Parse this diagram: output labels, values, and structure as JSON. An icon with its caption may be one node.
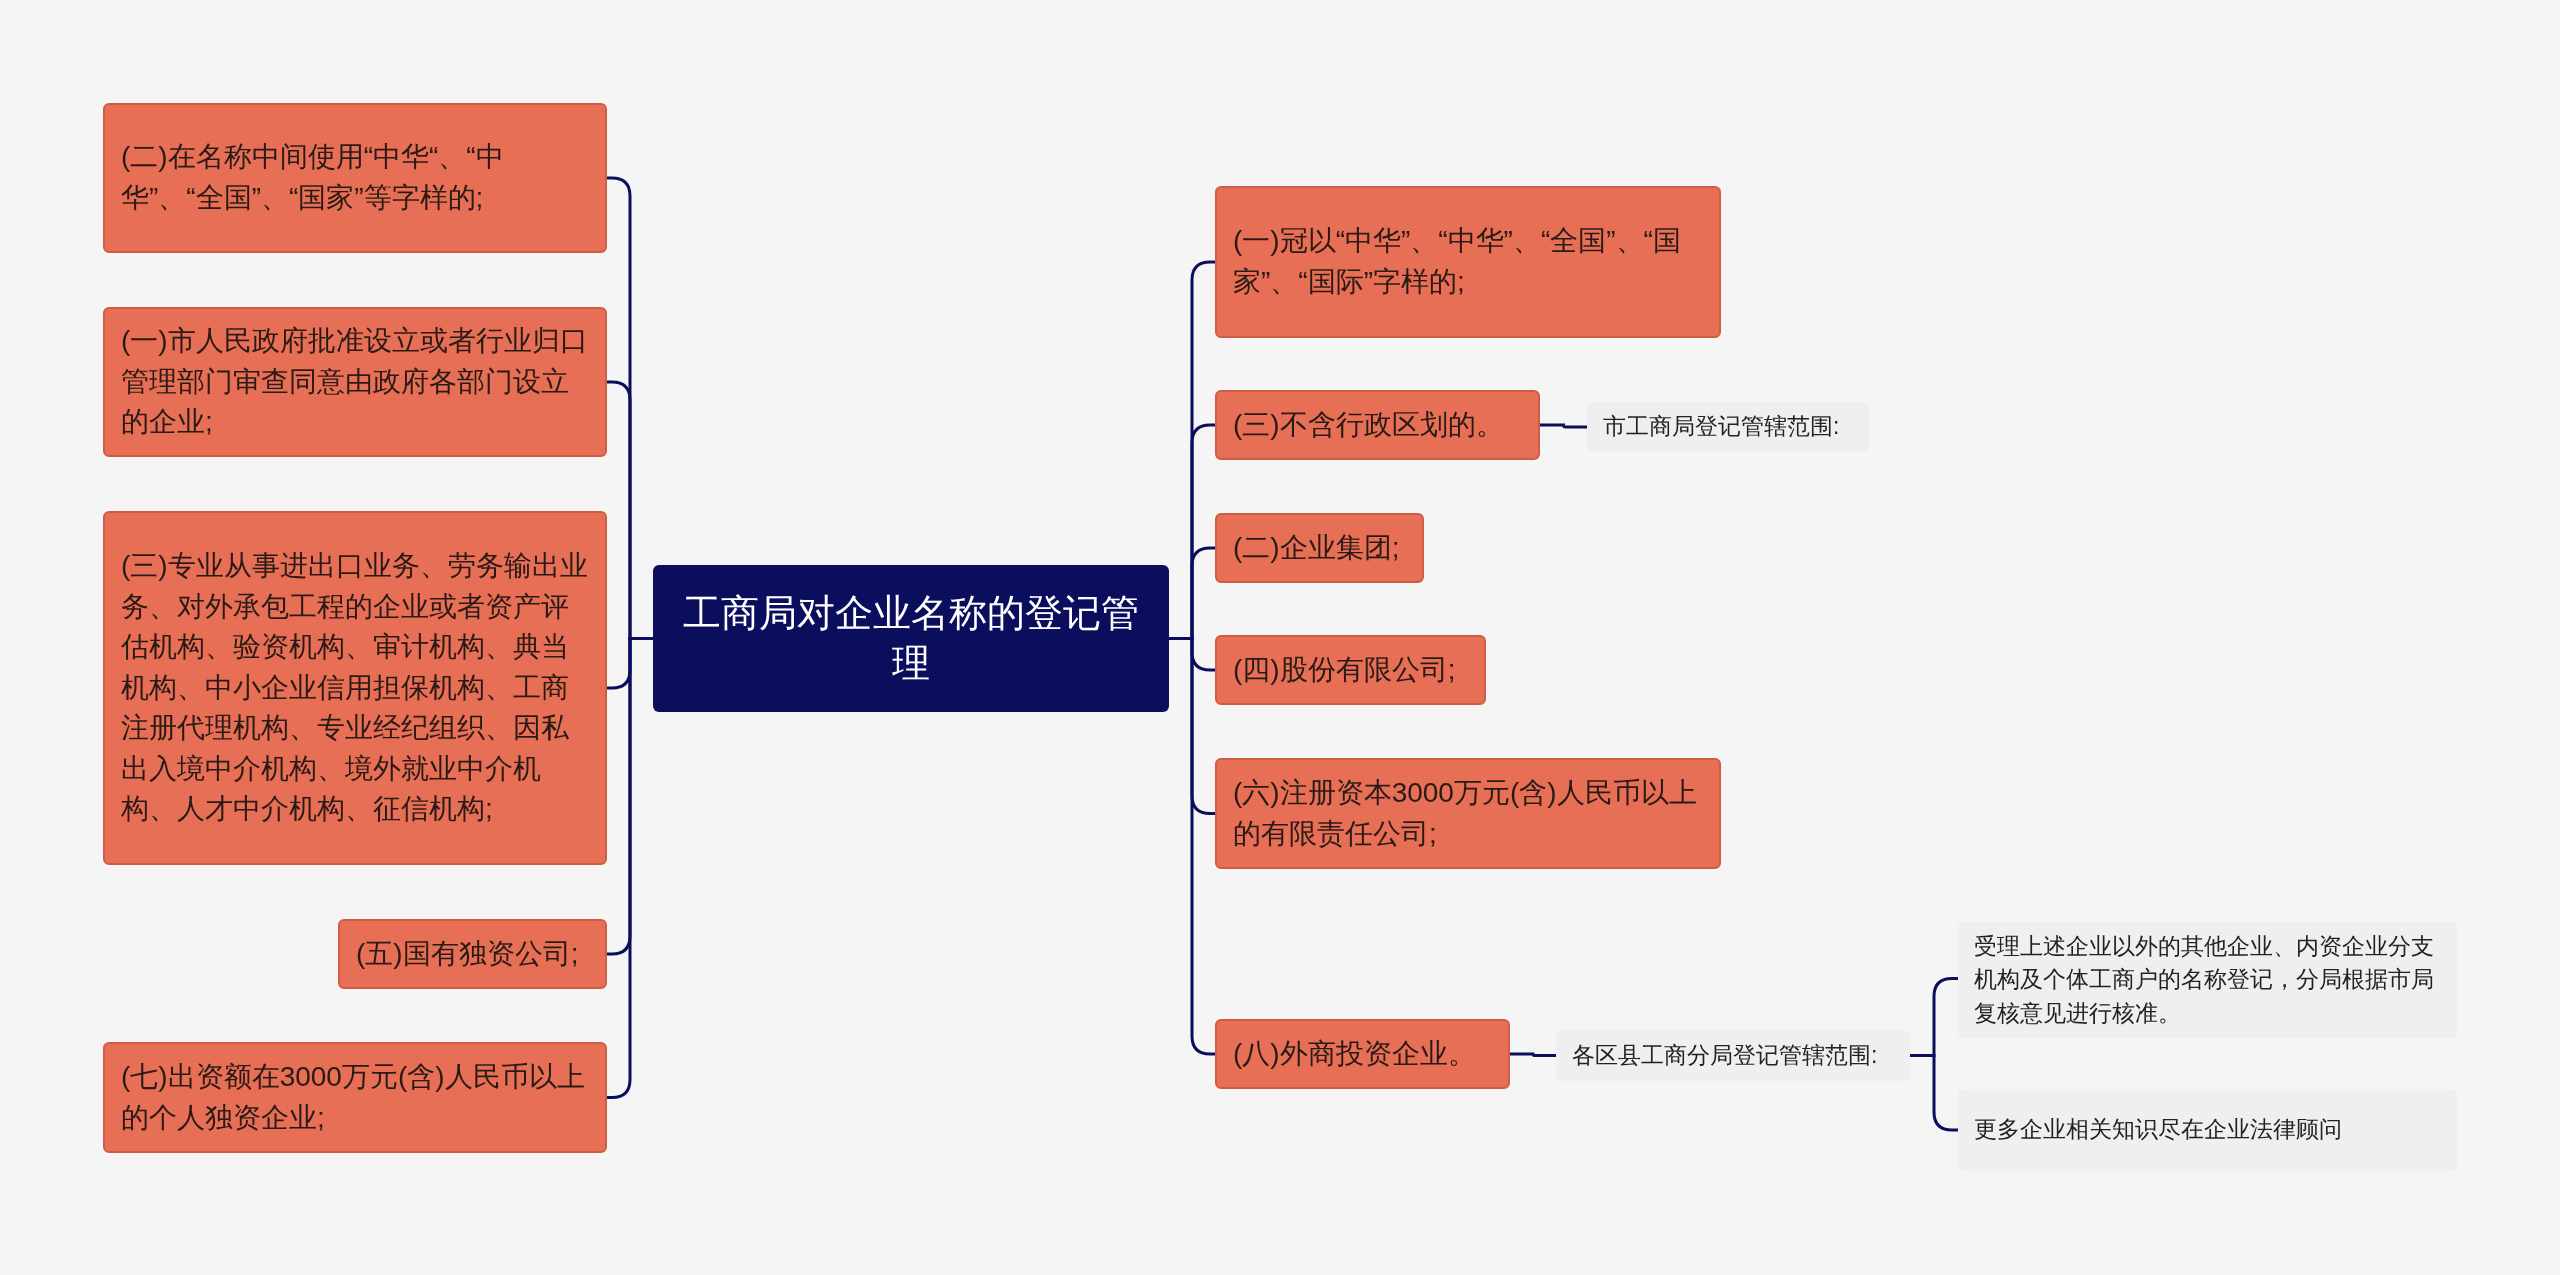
{
  "diagram": {
    "nodes": [
      {
        "text": [
          "工商局对企业名称的登记管理"
        ]
      },
      {
        "text": [
          "(二)在名称中间使用“中华“、“中华”、“全国”、“国家”等字样的;"
        ]
      },
      {
        "text": [
          "(一)市人民政府批准设立或者行业归口管理部门审查同意由政府各部门设立的企业;"
        ]
      },
      {
        "text": [
          "(三)专业从事进出口业务、劳务输出业务、对外承包工程的企业或者资产评估机构、验资机构、审计机构、典当机构、中小企业信用担保机构、工商注册代理机构、专业经纪组织、因私出入境中介机构、境外就业中介机构、人才中介机构、征信机构;"
        ]
      },
      {
        "text": [
          "(五)国有独资公司;"
        ]
      },
      {
        "text": [
          "(七)出资额在3000万元(含)人民币以上的个人独资企业;"
        ]
      },
      {
        "text": [
          "(一)冠以“中华”、“中华”、“全国”、“国家”、“国际”字样的;"
        ]
      },
      {
        "text": [
          "(三)不含行政区划的。"
        ]
      },
      {
        "text": [
          "市工商局登记管辖范围:"
        ]
      },
      {
        "text": [
          "(二)企业集团;"
        ]
      },
      {
        "text": [
          "(四)股份有限公司;"
        ]
      },
      {
        "text": [
          "(六)注册资本3000万元(含)人民币以上的有限责任公司;"
        ]
      },
      {
        "text": [
          "(八)外商投资企业。"
        ]
      },
      {
        "text": [
          "各区县工商分局登记管辖范围:"
        ]
      },
      {
        "text": [
          "受理上述企业以外的其他企业、内资企业分支机构及个体工商户的名称登记，分局根据市局复核意见进行核准。"
        ]
      },
      {
        "text": [
          "更多企业相关知识尽在企业法律顾问"
        ]
      }
    ],
    "edges": [
      {
        "from": 0,
        "to": 1,
        "arrow": "none"
      },
      {
        "from": 0,
        "to": 2,
        "arrow": "none"
      },
      {
        "from": 0,
        "to": 3,
        "arrow": "none"
      },
      {
        "from": 0,
        "to": 4,
        "arrow": "none"
      },
      {
        "from": 0,
        "to": 5,
        "arrow": "none"
      },
      {
        "from": 0,
        "to": 6,
        "arrow": "none"
      },
      {
        "from": 0,
        "to": 7,
        "arrow": "none"
      },
      {
        "from": 7,
        "to": 8,
        "arrow": "none"
      },
      {
        "from": 0,
        "to": 9,
        "arrow": "none"
      },
      {
        "from": 0,
        "to": 10,
        "arrow": "none"
      },
      {
        "from": 0,
        "to": 11,
        "arrow": "none"
      },
      {
        "from": 0,
        "to": 12,
        "arrow": "none"
      },
      {
        "from": 12,
        "to": 13,
        "arrow": "none"
      },
      {
        "from": 13,
        "to": 14,
        "arrow": "none"
      },
      {
        "from": 13,
        "to": 15,
        "arrow": "none"
      }
    ]
  }
}
